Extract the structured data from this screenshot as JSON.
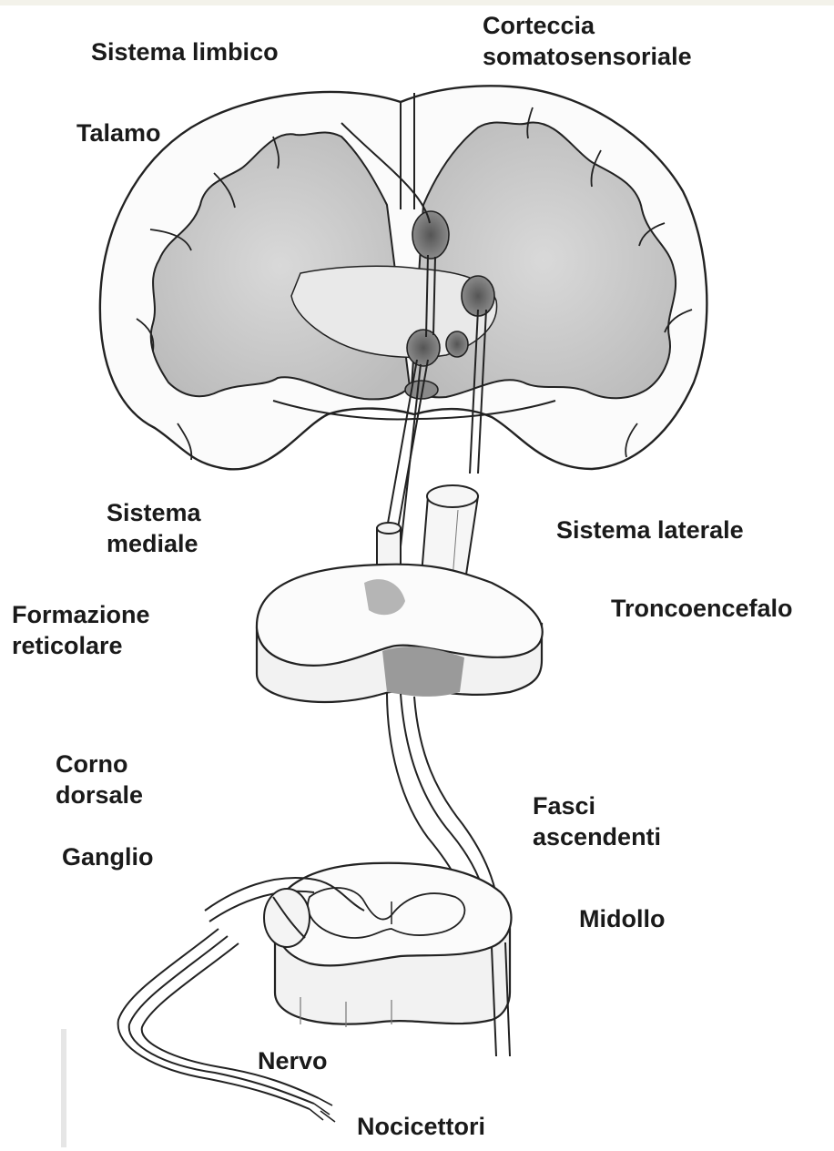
{
  "labels": {
    "sistema_limbico": "Sistema limbico",
    "corteccia": [
      "Corteccia",
      "somatosensoriale"
    ],
    "talamo": "Talamo",
    "sistema_mediale": [
      "Sistema",
      "mediale"
    ],
    "sistema_laterale": "Sistema laterale",
    "formazione_reticolare": [
      "Formazione",
      "reticolare"
    ],
    "troncoencefalo": "Troncoencefalo",
    "corno_dorsale": [
      "Corno",
      "dorsale"
    ],
    "fasci_ascendenti": [
      "Fasci",
      "ascendenti"
    ],
    "ganglio": "Ganglio",
    "midollo": "Midollo",
    "nervo": "Nervo",
    "nocicettori": "Nocicettori"
  }
}
